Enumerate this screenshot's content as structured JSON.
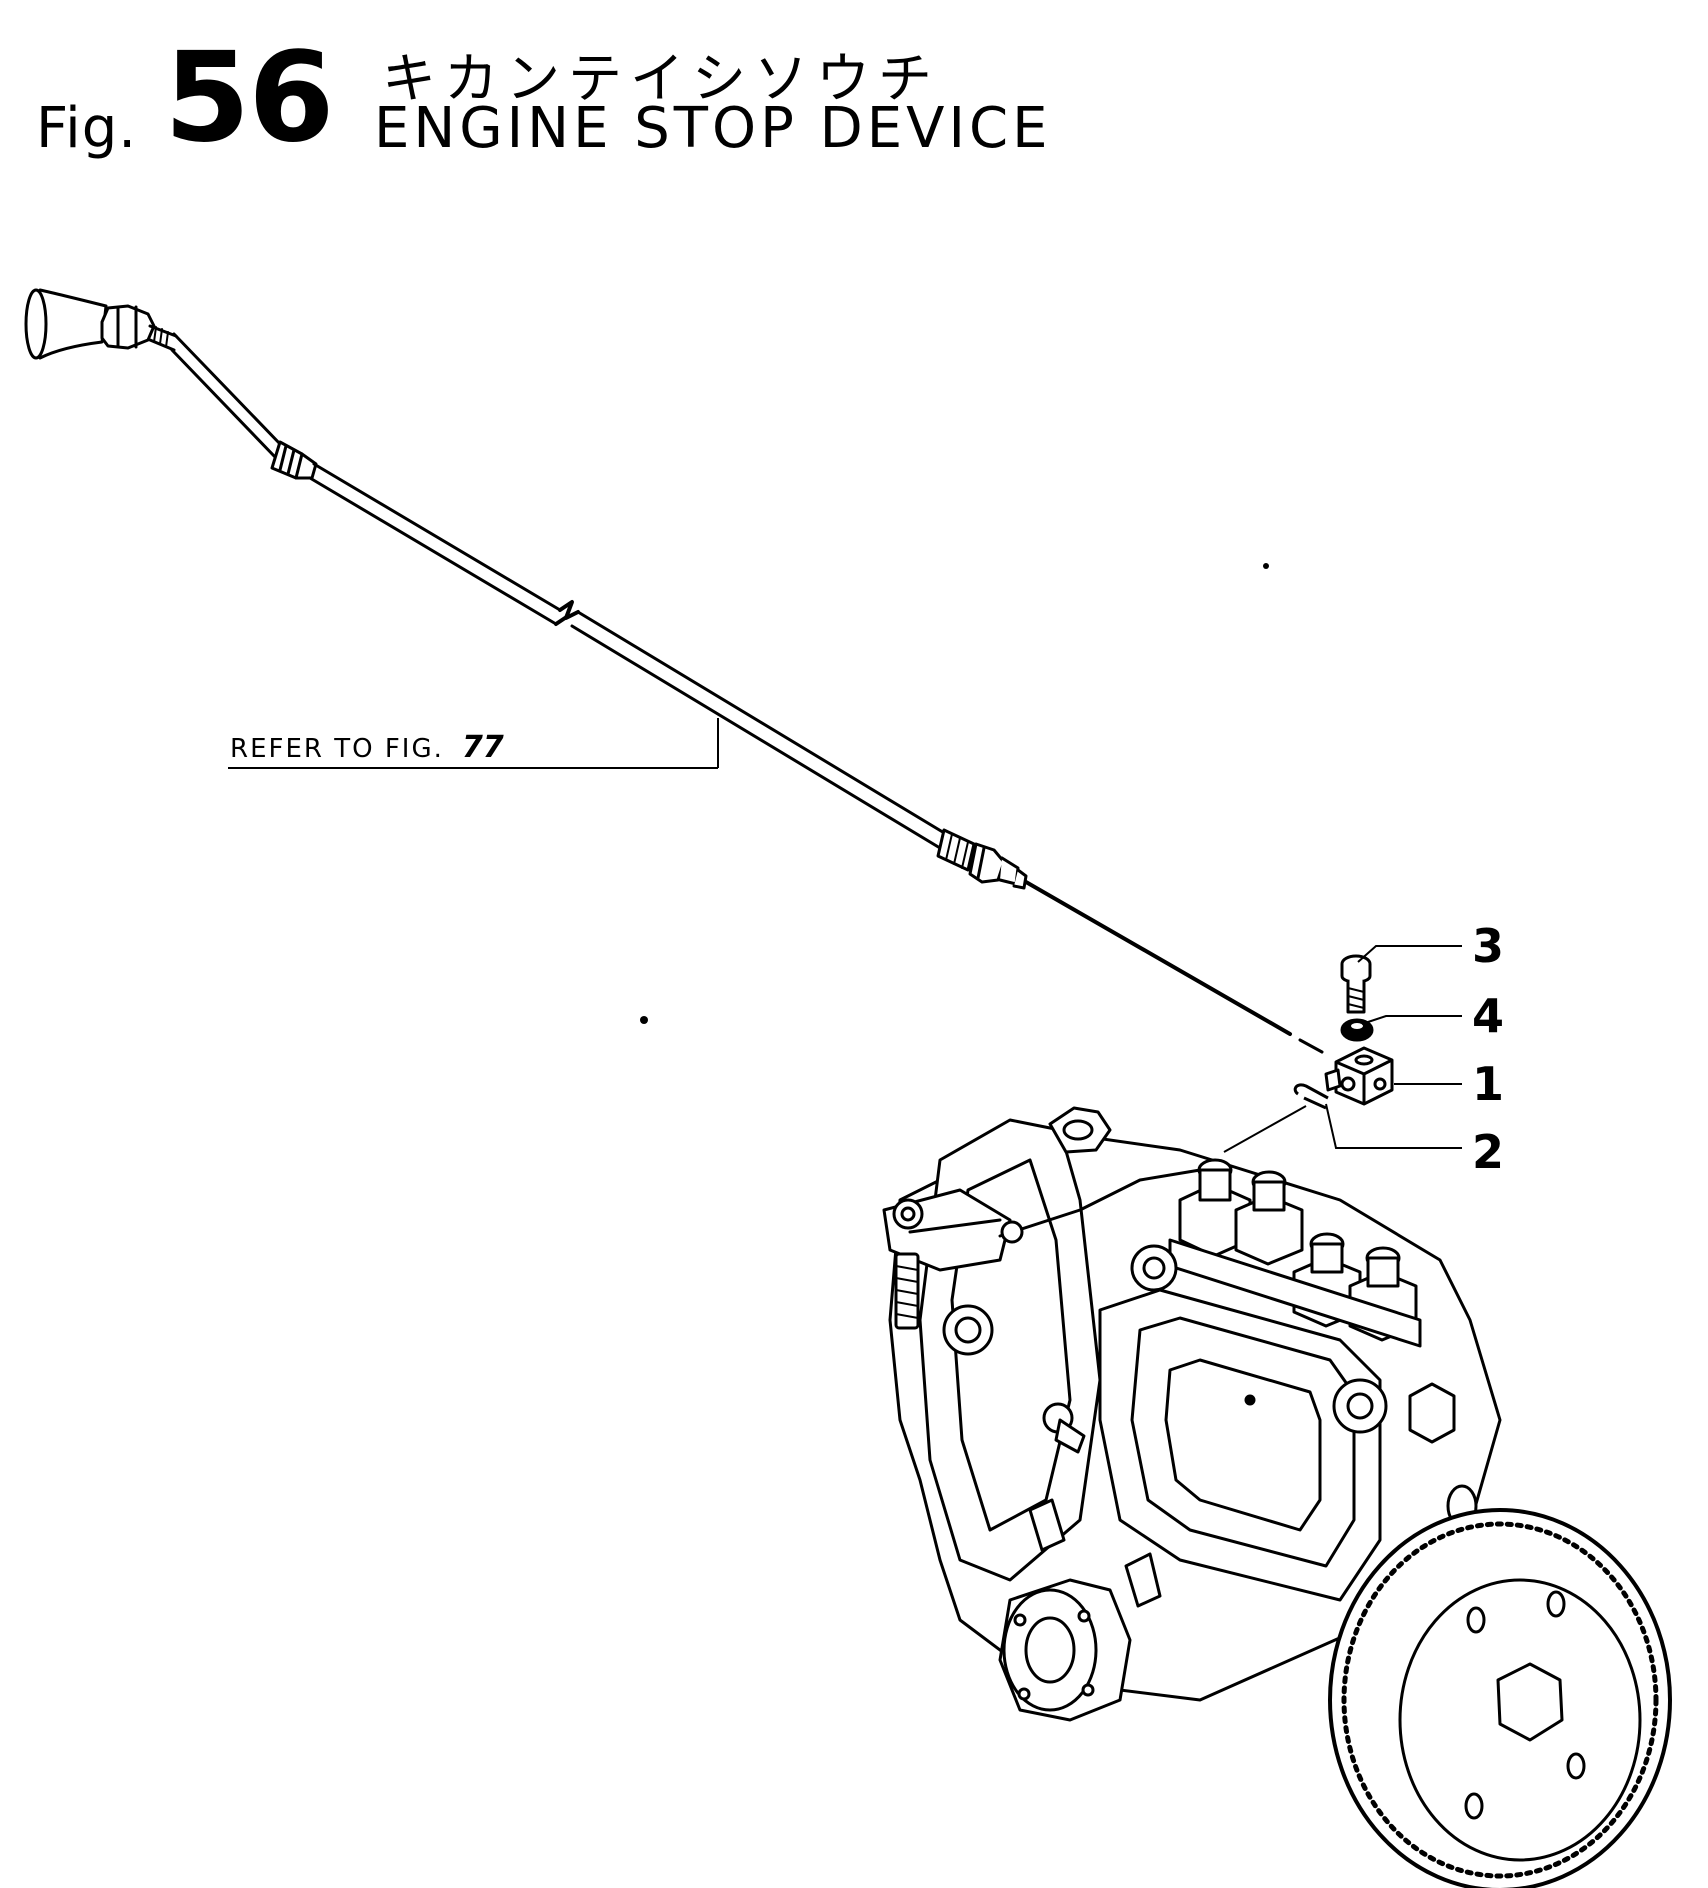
{
  "figure": {
    "prefix": "Fig.",
    "number": "56",
    "title_jp": "キカンテイシソウチ",
    "title_en": "ENGINE STOP DEVICE"
  },
  "reference": {
    "label": "REFER TO FIG.",
    "figure": "77"
  },
  "callouts": [
    {
      "number": "3",
      "part": "bolt"
    },
    {
      "number": "4",
      "part": "washer"
    },
    {
      "number": "1",
      "part": "joint-block"
    },
    {
      "number": "2",
      "part": "pin"
    }
  ]
}
